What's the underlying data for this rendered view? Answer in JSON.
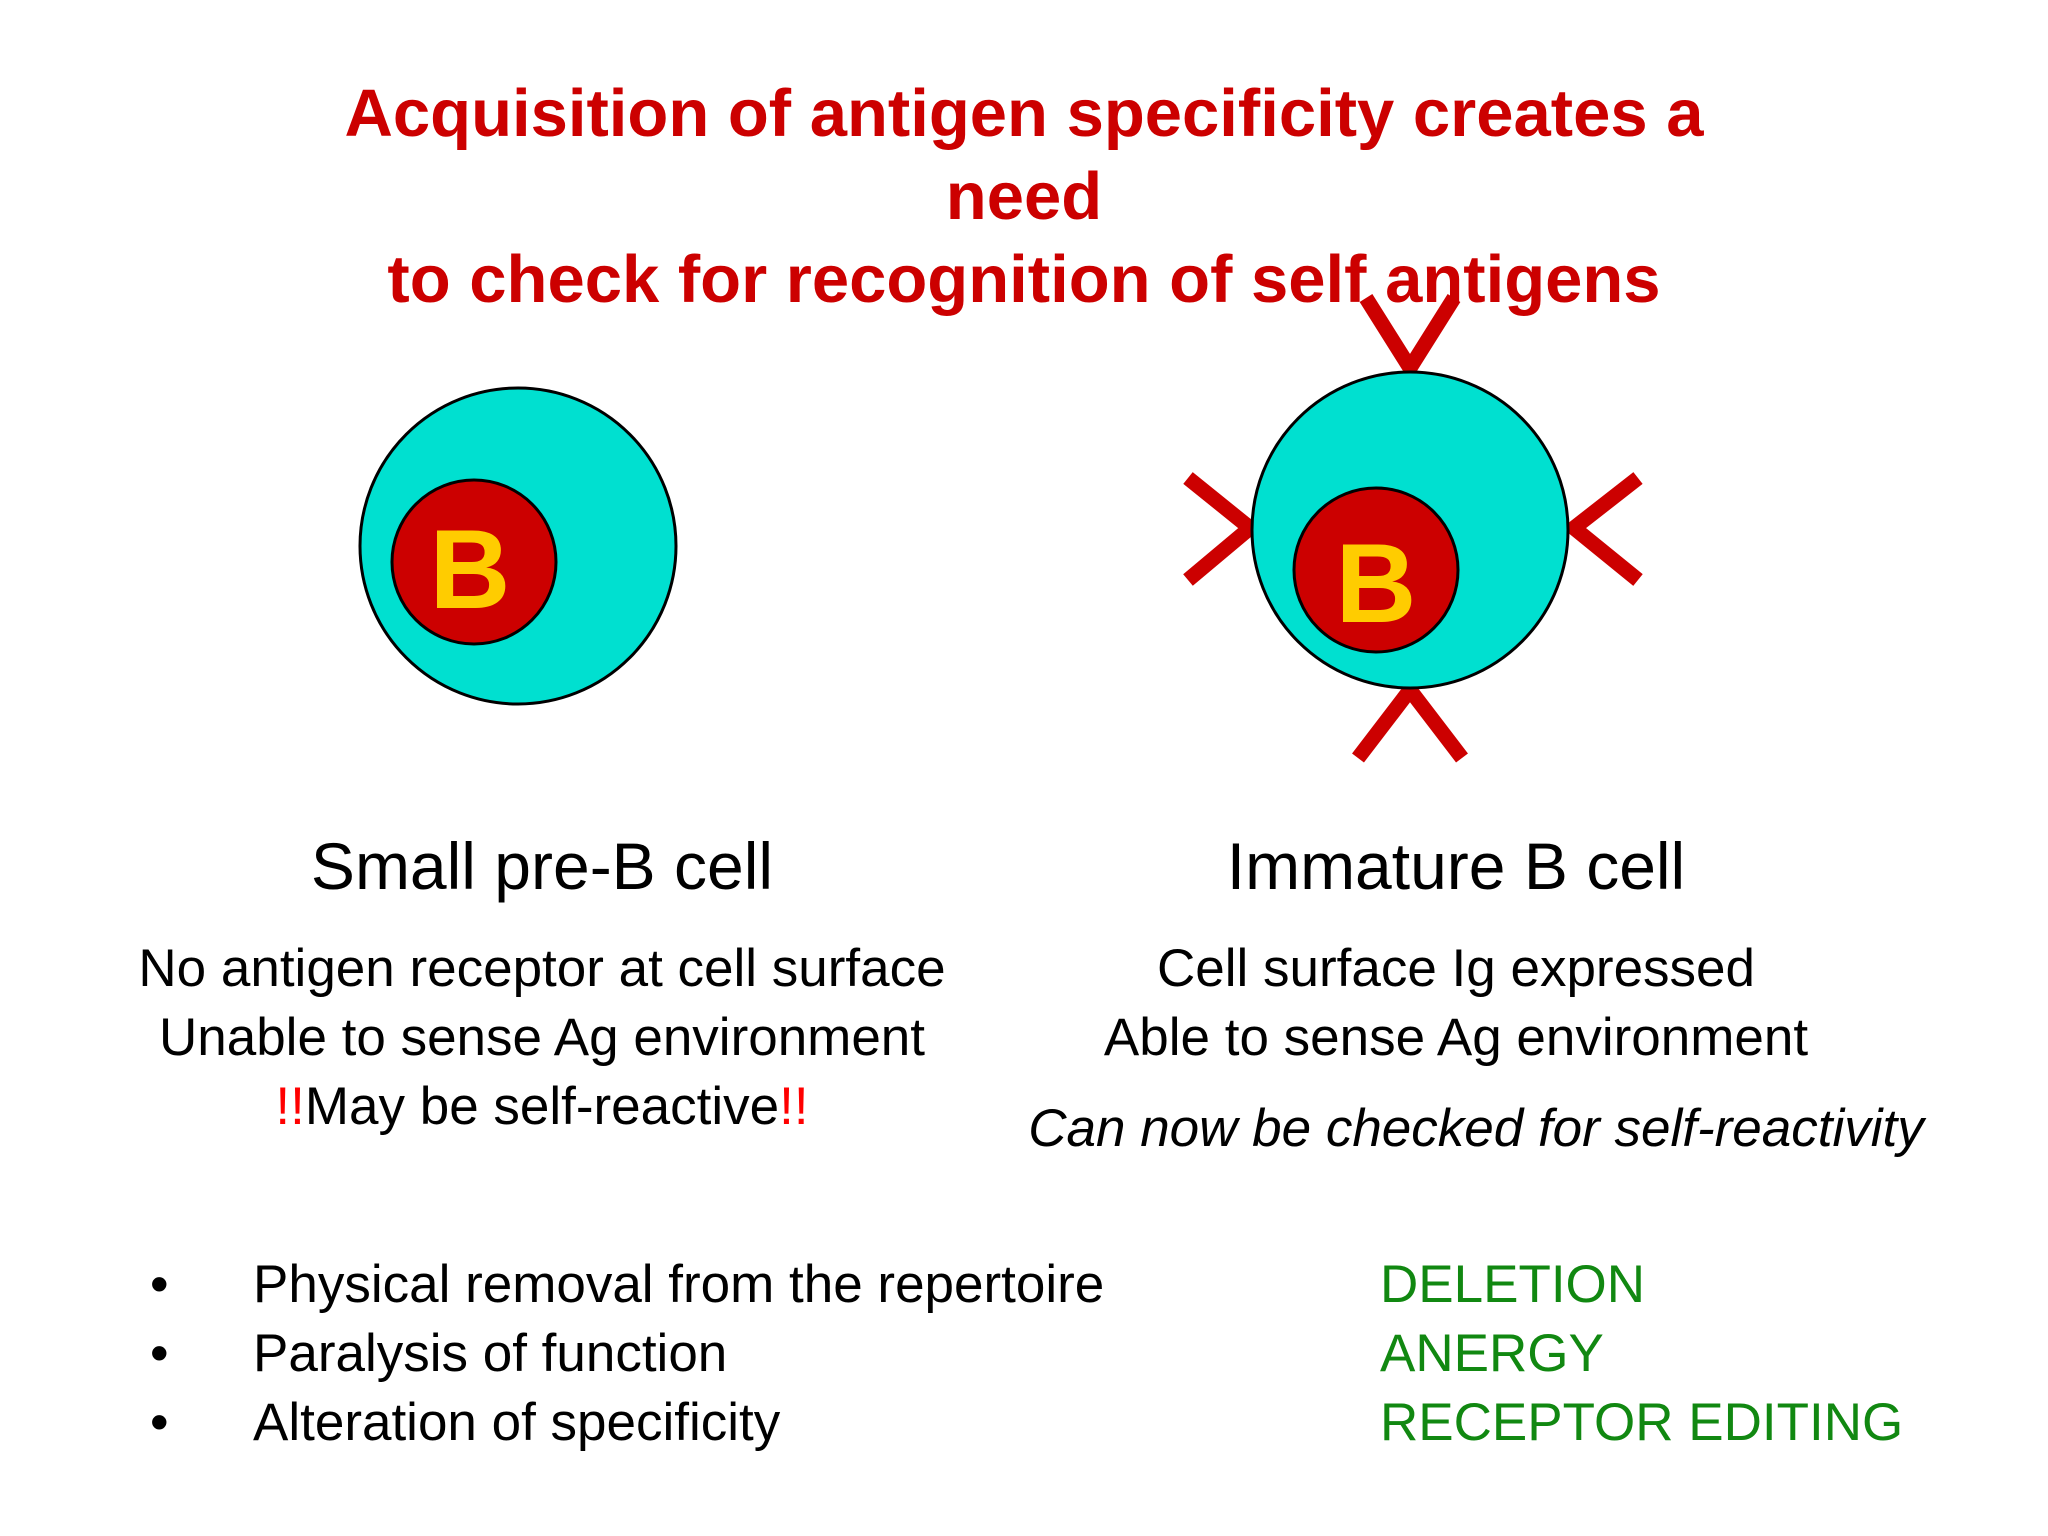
{
  "title": {
    "lines": [
      "Acquisition of antigen specificity creates a",
      "need",
      "to check for recognition of self antigens"
    ]
  },
  "colors": {
    "title": "#cc0000",
    "cytoplasm": "#00e0d0",
    "nucleus": "#cc0000",
    "cell_letter": "#ffcc00",
    "receptor": "#cc0000",
    "term": "#118811",
    "exclaim": "#ff0000"
  },
  "left_cell": {
    "letter": "B",
    "heading": "Small pre-B cell",
    "lines": [
      "No antigen receptor at cell surface",
      "Unable to sense Ag environment"
    ],
    "warning": {
      "prefix": "!!",
      "text": "May be self-reactive",
      "suffix": "!!"
    }
  },
  "right_cell": {
    "letter": "B",
    "heading": "Immature B cell",
    "lines": [
      "Cell surface Ig expressed",
      "Able to sense Ag environment"
    ],
    "note": "Can now be checked for self-reactivity"
  },
  "mechanisms": [
    {
      "bullet": "•",
      "text": "Physical removal from the repertoire",
      "term": "DELETION"
    },
    {
      "bullet": "•",
      "text": "Paralysis of function",
      "term": "ANERGY"
    },
    {
      "bullet": "•",
      "text": "Alteration of specificity",
      "term": "RECEPTOR EDITING"
    }
  ]
}
